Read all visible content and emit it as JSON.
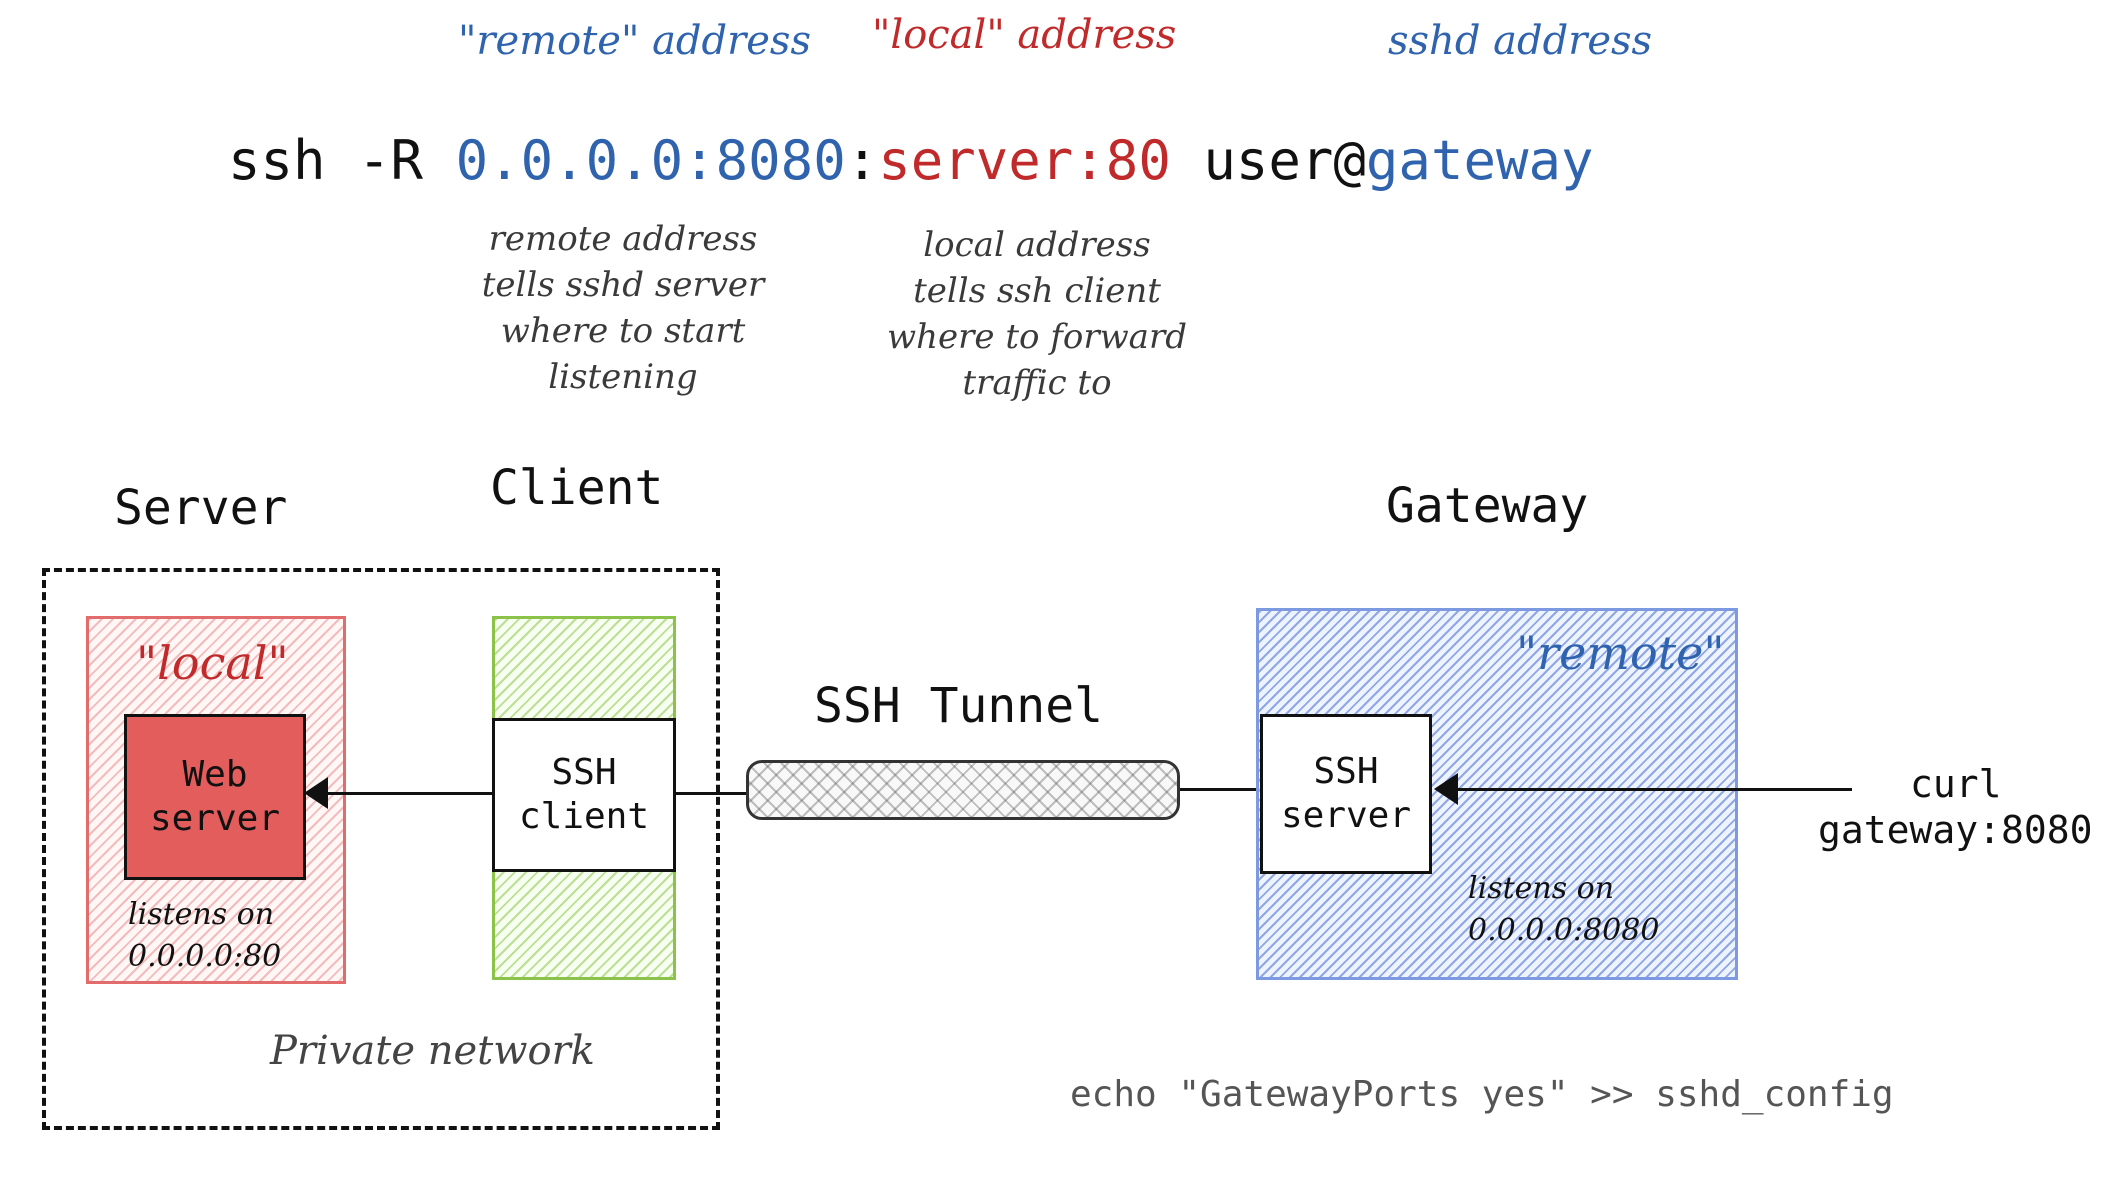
{
  "header_labels": {
    "remote_address": "\"remote\" address",
    "local_address": "\"local\" address",
    "sshd_address": "sshd address"
  },
  "command": {
    "prefix": "ssh -R ",
    "remote": "0.0.0.0:8080",
    "sep": ":",
    "local": "server:80",
    "user": " user@",
    "gateway": "gateway"
  },
  "notes": {
    "remote": "remote address\ntells sshd server\nwhere to start\nlistening",
    "local": "local address\ntells ssh client\nwhere to forward\ntraffic to"
  },
  "nodes": {
    "server_title": "Server",
    "client_title": "Client",
    "gateway_title": "Gateway"
  },
  "left_box": {
    "label": "\"local\"",
    "web_server": "Web\nserver",
    "listens": "listens on\n0.0.0.0:80"
  },
  "client_box": {
    "label": "SSH\nclient"
  },
  "tunnel": {
    "label": "SSH Tunnel"
  },
  "gateway_box": {
    "label": "\"remote\"",
    "ssh_server": "SSH\nserver",
    "listens": "listens on\n0.0.0.0:8080"
  },
  "curl": {
    "line1": "curl",
    "line2": "gateway:8080"
  },
  "network": {
    "label": "Private network"
  },
  "config": {
    "command": "echo \"GatewayPorts yes\" >> sshd_config"
  },
  "colors": {
    "blue": "#2f63ad",
    "red": "#c02a2a",
    "local_fill": "#e35d5d",
    "client_hatch": "#8bc34a",
    "gateway_hatch": "#5d7ed6"
  }
}
